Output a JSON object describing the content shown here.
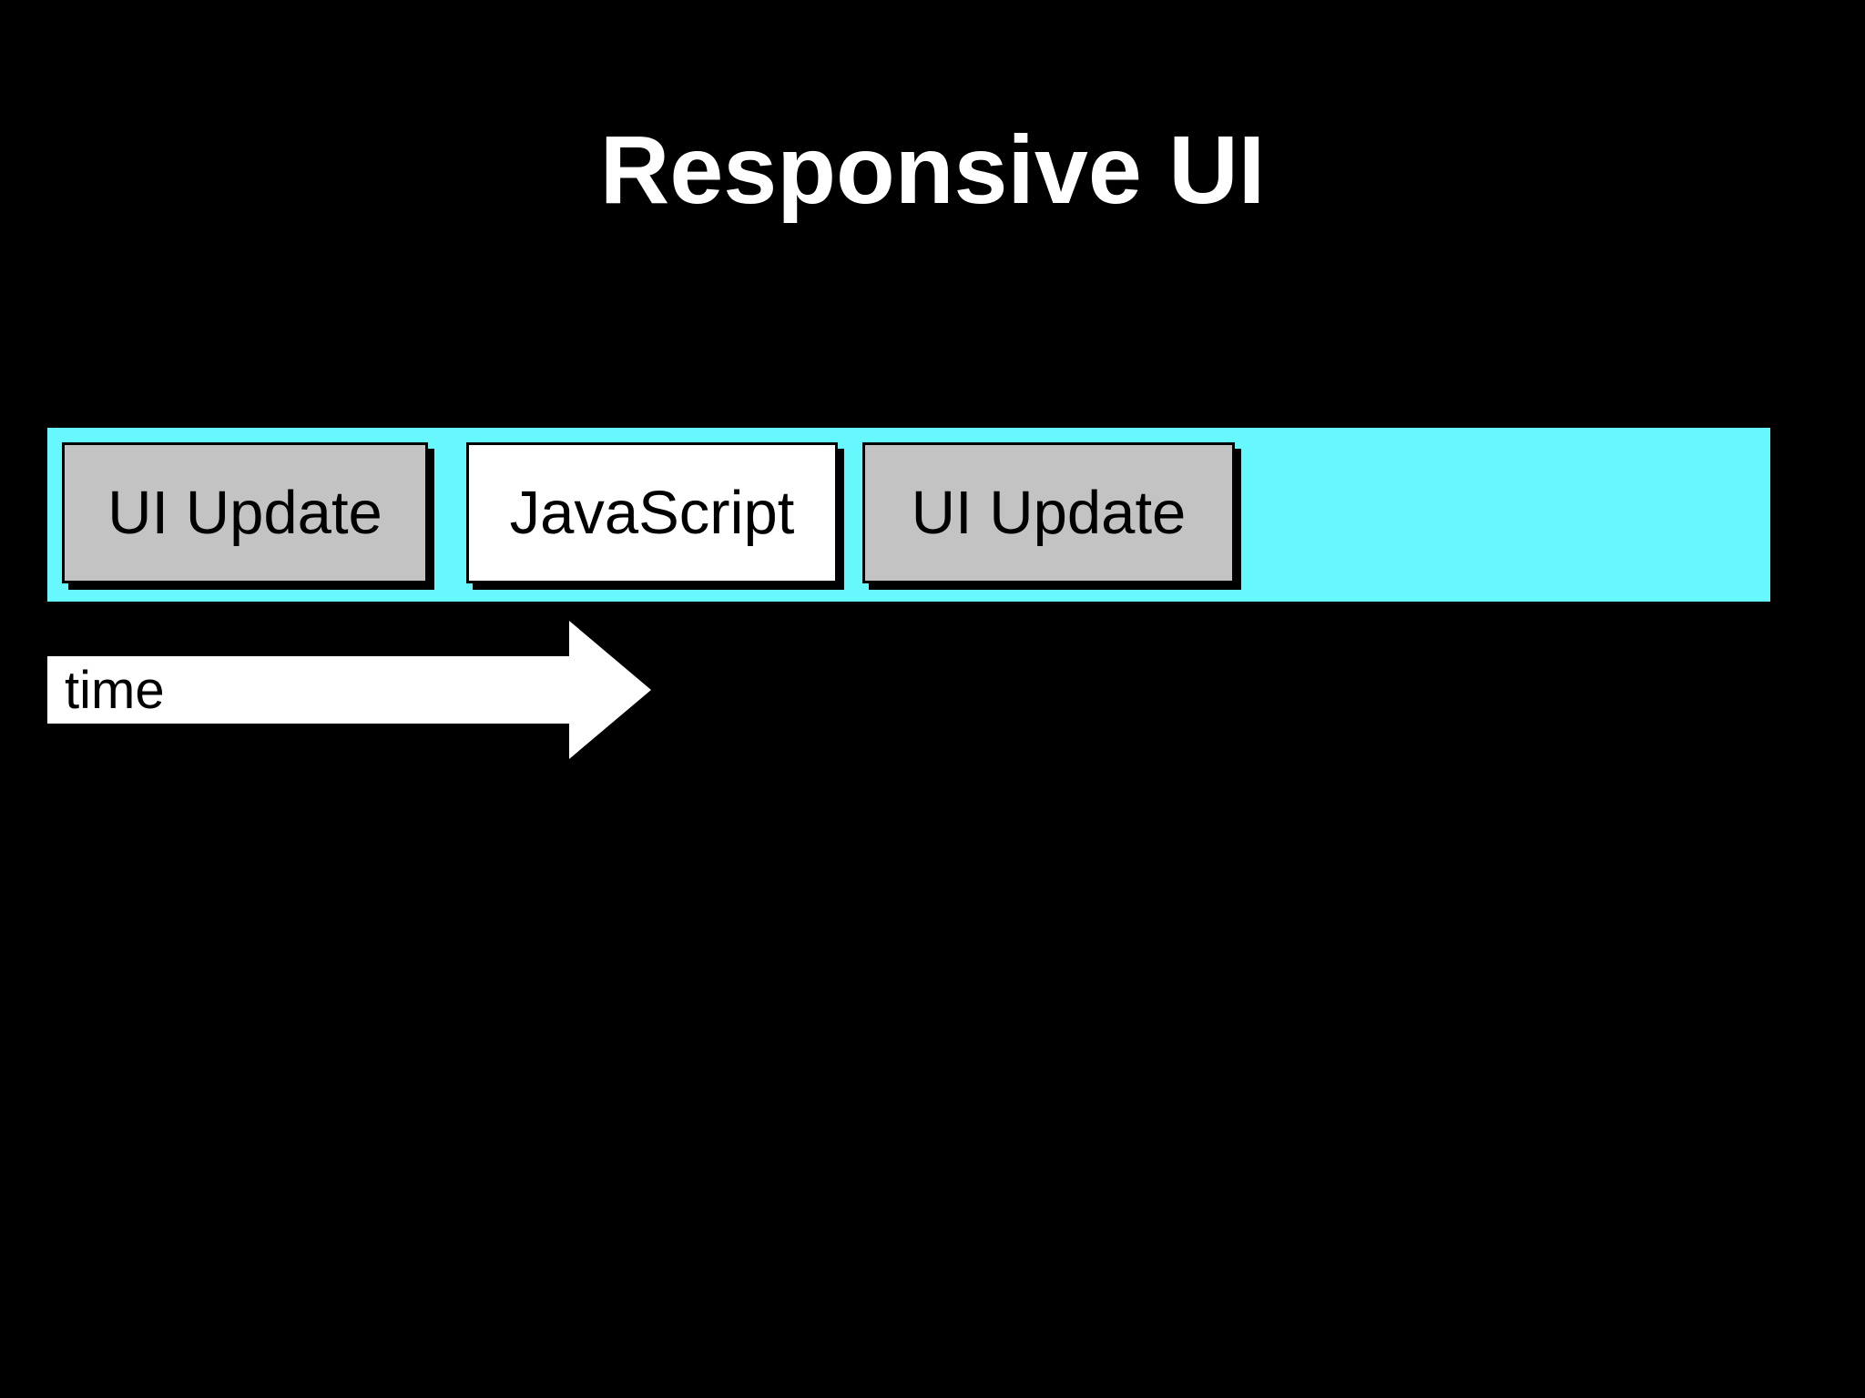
{
  "slide": {
    "background_color": "#000000",
    "title": "Responsive UI",
    "title_color": "#ffffff",
    "timeline_bar": {
      "color": "#66f8fc",
      "blocks": [
        {
          "label": "UI Update",
          "fill": "#c3c3c3"
        },
        {
          "label": "JavaScript",
          "fill": "#ffffff"
        },
        {
          "label": "UI Update",
          "fill": "#c3c3c3"
        }
      ]
    },
    "time_arrow": {
      "label": "time",
      "fill": "#ffffff"
    }
  }
}
